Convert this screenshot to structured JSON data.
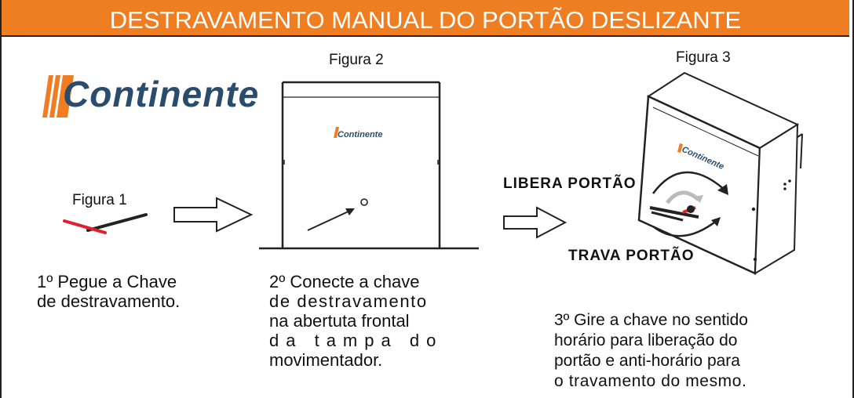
{
  "header": {
    "title": "DESTRAVAMENTO MANUAL DO PORTÃO DESLIZANTE"
  },
  "brand": {
    "name": "Continente",
    "color_primary": "#2a4d6e",
    "color_accent": "#ef7d22"
  },
  "figures": {
    "fig1": {
      "label": "Figura 1"
    },
    "fig2": {
      "label": "Figura 2"
    },
    "fig3": {
      "label": "Figura 3"
    }
  },
  "labels": {
    "libera": "LIBERA PORTÃO",
    "trava": "TRAVA PORTÃO"
  },
  "steps": {
    "step1": {
      "line1": "1º Pegue a Chave",
      "line2": "de destravamento."
    },
    "step2": {
      "line1": "2º Conecte a chave",
      "line2": "de destravamento",
      "line3": "na abertuta frontal",
      "line4": "da tampa do",
      "line5": "movimentador."
    },
    "step3": {
      "line1": "3º Gire a chave no sentido",
      "line2": "horário para liberação do",
      "line3": "portão e anti-horário para",
      "line4": "o travamento do mesmo."
    }
  },
  "icons": [
    "key-icon",
    "arrow-right-icon",
    "rotate-clockwise-icon",
    "rotate-counterclockwise-icon"
  ]
}
